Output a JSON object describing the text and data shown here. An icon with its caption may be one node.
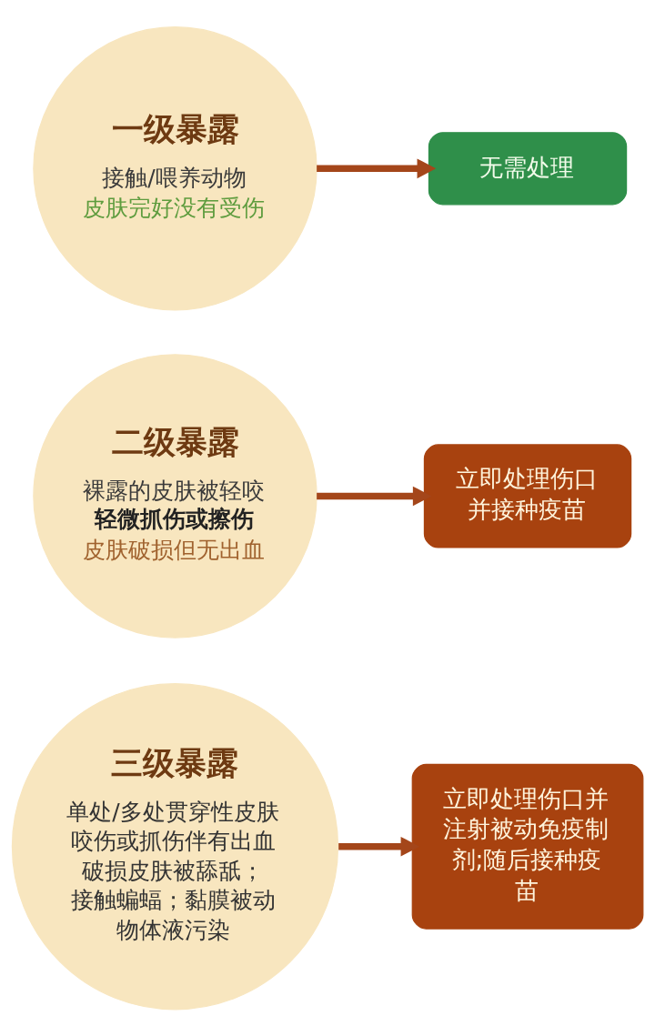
{
  "diagram": {
    "nodes": [
      {
        "text": [
          "一级暴露",
          "接触/喂养动物",
          "皮肤完好没有受伤"
        ]
      },
      {
        "text": [
          "无需处理"
        ]
      },
      {
        "text": [
          "二级暴露",
          "裸露的皮肤被轻咬",
          "轻微抓伤或擦伤",
          "皮肤破损但无出血"
        ]
      },
      {
        "text": [
          "立即处理伤口并接种疫苗"
        ]
      },
      {
        "text": [
          "三级暴露",
          "单处/多处贯穿性皮肤咬伤或抓伤伴有出血破损皮肤被舔舐；接触蝙蝠；黏膜被动物体液污染"
        ]
      },
      {
        "text": [
          "立即处理伤口并注射被动免疫制剂;随后接种疫苗"
        ]
      }
    ],
    "edges": [
      {
        "from": 0,
        "to": 1,
        "arrow": "to"
      },
      {
        "from": 2,
        "to": 3,
        "arrow": "to"
      },
      {
        "from": 4,
        "to": 5,
        "arrow": "to"
      }
    ]
  }
}
